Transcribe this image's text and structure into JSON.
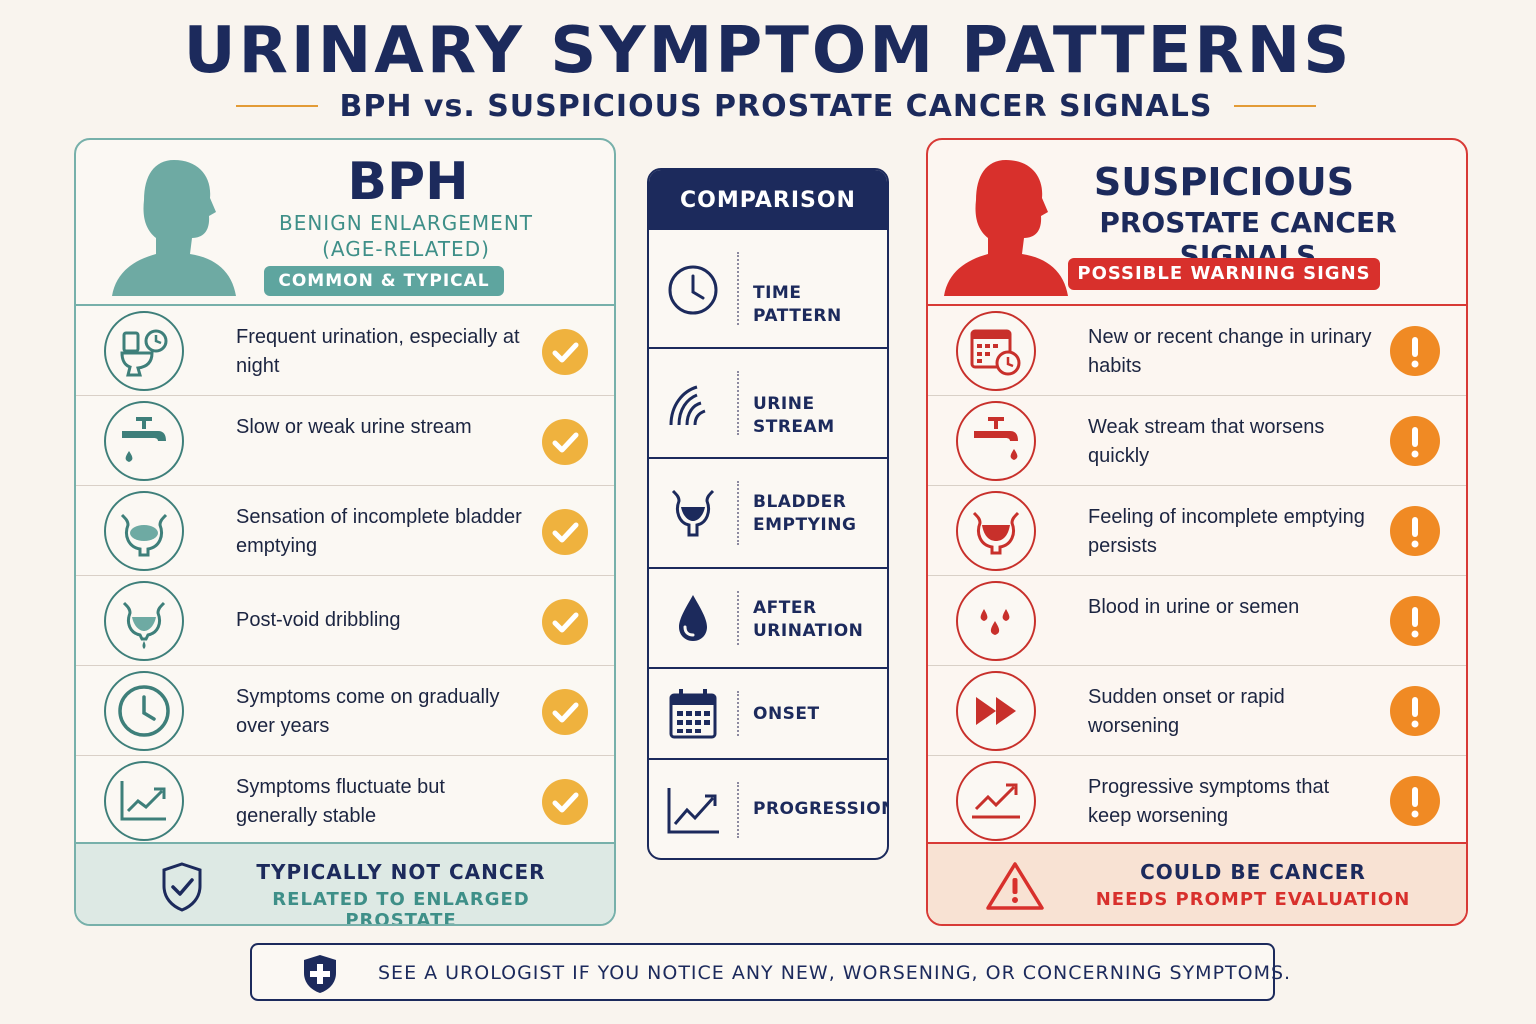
{
  "header": {
    "title": "URINARY SYMPTOM PATTERNS",
    "subtitle": "BPH vs. SUSPICIOUS PROSTATE CANCER SIGNALS"
  },
  "colors": {
    "bph_accent": "#5ea59f",
    "warning_accent": "#d8302c",
    "navy": "#1c2a5c",
    "check_yellow": "#efb23e",
    "alert_orange": "#f08a24"
  },
  "bph": {
    "title": "BPH",
    "subtitle": "BENIGN ENLARGEMENT (AGE-RELATED)",
    "badge": "COMMON & TYPICAL",
    "rows": [
      {
        "icon": "toilet-clock-icon",
        "text": "Frequent urination, especially at night"
      },
      {
        "icon": "faucet-drop-icon",
        "text": "Slow or weak urine stream"
      },
      {
        "icon": "bladder-icon",
        "text": "Sensation of incomplete bladder emptying"
      },
      {
        "icon": "bladder-drip-icon",
        "text": "Post-void dribbling"
      },
      {
        "icon": "clock-icon",
        "text": "Symptoms come on gradually over years"
      },
      {
        "icon": "trend-chart-icon",
        "text": "Symptoms fluctuate but generally stable"
      }
    ],
    "footer": {
      "title": "TYPICALLY NOT CANCER",
      "sub": "RELATED TO ENLARGED PROSTATE"
    }
  },
  "comparison": {
    "title": "COMPARISON",
    "rows": [
      {
        "icon": "clock-icon",
        "label": "TIME PATTERN"
      },
      {
        "icon": "stream-arcs-icon",
        "label": "URINE STREAM"
      },
      {
        "icon": "bladder-icon",
        "label": "BLADDER EMPTYING"
      },
      {
        "icon": "drop-icon",
        "label": "AFTER URINATION"
      },
      {
        "icon": "calendar-icon",
        "label": "ONSET"
      },
      {
        "icon": "trend-chart-icon",
        "label": "PROGRESSION"
      }
    ]
  },
  "suspicious": {
    "title": "SUSPICIOUS",
    "subtitle": "PROSTATE CANCER SIGNALS",
    "badge": "POSSIBLE WARNING SIGNS",
    "rows": [
      {
        "icon": "calendar-clock-icon",
        "text": "New or recent change in urinary habits"
      },
      {
        "icon": "faucet-drop-icon",
        "text": "Weak stream that worsens quickly"
      },
      {
        "icon": "bladder-icon",
        "text": "Feeling of incomplete emptying persists"
      },
      {
        "icon": "blood-drops-icon",
        "text": "Blood in urine or semen"
      },
      {
        "icon": "fast-forward-icon",
        "text": "Sudden onset or rapid worsening"
      },
      {
        "icon": "trend-chart-icon",
        "text": "Progressive symptoms that keep worsening"
      }
    ],
    "footer": {
      "title": "COULD BE CANCER",
      "sub": "NEEDS PROMPT EVALUATION"
    }
  },
  "note": {
    "text": "SEE A UROLOGIST IF YOU NOTICE ANY NEW, WORSENING, OR CONCERNING SYMPTOMS."
  }
}
